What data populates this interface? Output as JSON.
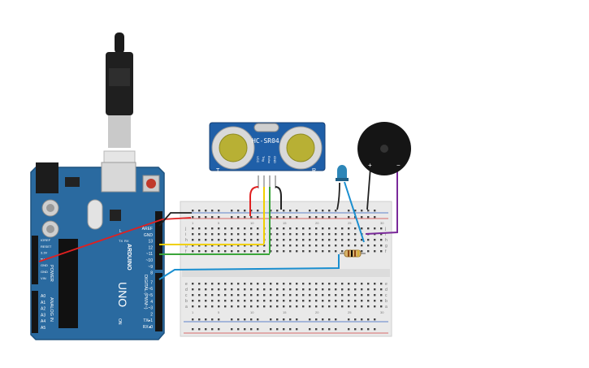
{
  "arduino": {
    "brand": "ARDUINO",
    "model": "UNO",
    "digital_label": "DIGITAL (PWM~)",
    "power_label": "POWER",
    "analog_label": "ANALOG IN",
    "on_label": "ON",
    "tx_label": "TX",
    "rx_label": "RX",
    "l_label": "L",
    "digital_pins": [
      "AREF",
      "GND",
      "13",
      "12",
      "~11",
      "~10",
      "~9",
      "8",
      "7",
      "~6",
      "~5",
      "4",
      "~3",
      "2",
      "TX▸1",
      "RX◂0"
    ],
    "power_pins": [
      "IOREF",
      "RESET",
      "3.3V",
      "5V",
      "GND",
      "GND",
      "VIN"
    ],
    "analog_pins": [
      "A0",
      "A1",
      "A2",
      "A3",
      "A4",
      "A5"
    ]
  },
  "sensor": {
    "label": "HC-SR04",
    "left_mark": "T",
    "right_mark": "R",
    "pins": [
      "VCC",
      "Trig",
      "Echo",
      "GND"
    ]
  },
  "breadboard": {
    "rows_top": [
      "j",
      "i",
      "h",
      "g",
      "f"
    ],
    "rows_bottom": [
      "e",
      "d",
      "c",
      "b",
      "a"
    ],
    "columns": [
      "1",
      "5",
      "10",
      "15",
      "20",
      "25",
      "30"
    ]
  },
  "buzzer": {
    "plus": "+",
    "minus": "−"
  },
  "colors": {
    "board": "#2a6aa0",
    "board_dark": "#1e527f",
    "breadboard": "#e9e9e9",
    "wire_red": "#e02020",
    "wire_black": "#202020",
    "wire_yellow": "#f0d000",
    "wire_green": "#3aa53a",
    "wire_blue": "#1a8fd0",
    "wire_purple": "#7a2a9a",
    "sensor_board": "#1f5fa8",
    "led": "#2d86b8"
  }
}
